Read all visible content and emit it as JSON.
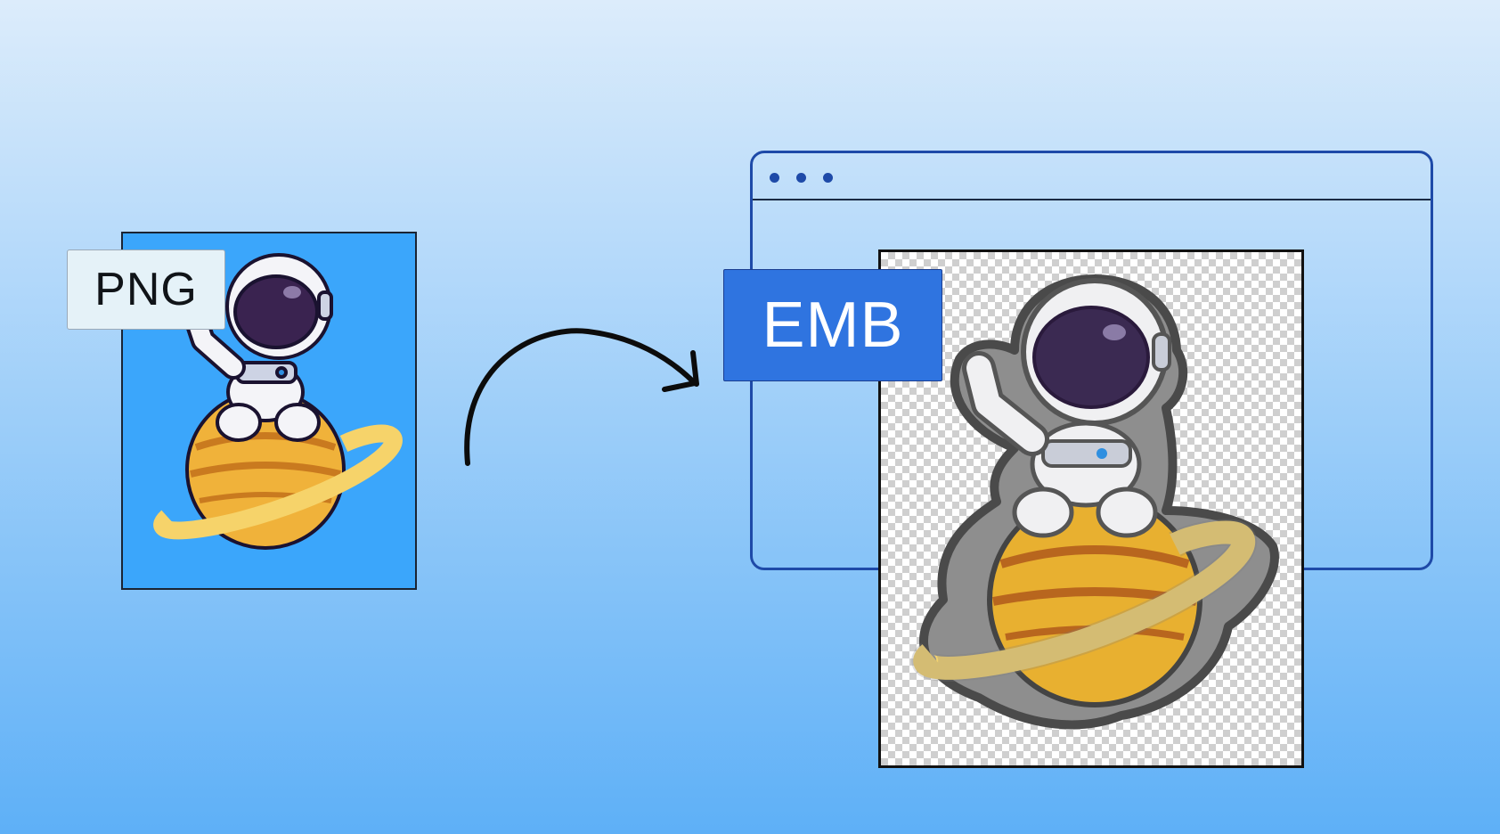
{
  "colors": {
    "background_top": "#dcecfb",
    "background_bottom": "#5eb0f7",
    "png_card_bg": "#3ba6fb",
    "emb_label_bg": "#2f74e0",
    "window_border": "#1e4aa8",
    "window_dots": "#1e4aa8"
  },
  "png_card": {
    "label": "PNG"
  },
  "emb_card": {
    "label": "EMB"
  },
  "icons": [
    "astronaut-on-planet-illustration",
    "curved-arrow-icon",
    "embroidered-astronaut-patch"
  ]
}
